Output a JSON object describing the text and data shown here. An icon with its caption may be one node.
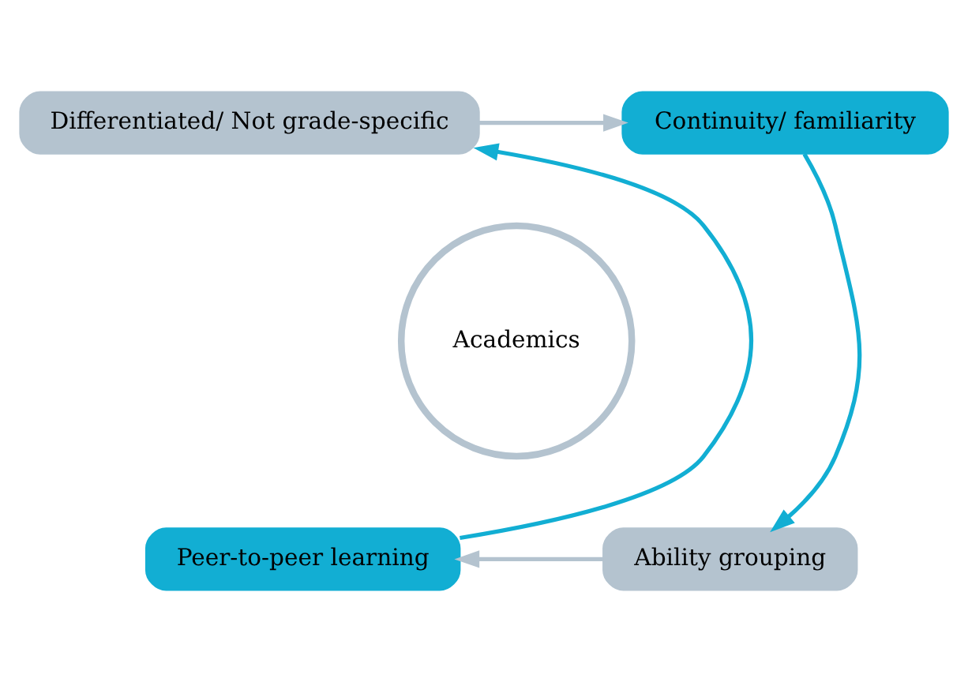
{
  "diagram": {
    "nodes": [
      {
        "text": [
          "Differentiated/ Not grade-specific"
        ]
      },
      {
        "text": [
          "Continuity/ familiarity"
        ]
      },
      {
        "text": [
          "Academics"
        ]
      },
      {
        "text": [
          "Peer-to-peer learning"
        ]
      },
      {
        "text": [
          "Ability grouping"
        ]
      }
    ],
    "edges": [
      {
        "from": 0,
        "to": 1,
        "arrow": "to",
        "color": "#b4c3cf"
      },
      {
        "from": 1,
        "to": 4,
        "arrow": "to",
        "color": "#12aed3"
      },
      {
        "from": 4,
        "to": 3,
        "arrow": "to",
        "color": "#b4c3cf"
      },
      {
        "from": 3,
        "to": 0,
        "arrow": "to",
        "color": "#12aed3"
      }
    ]
  }
}
